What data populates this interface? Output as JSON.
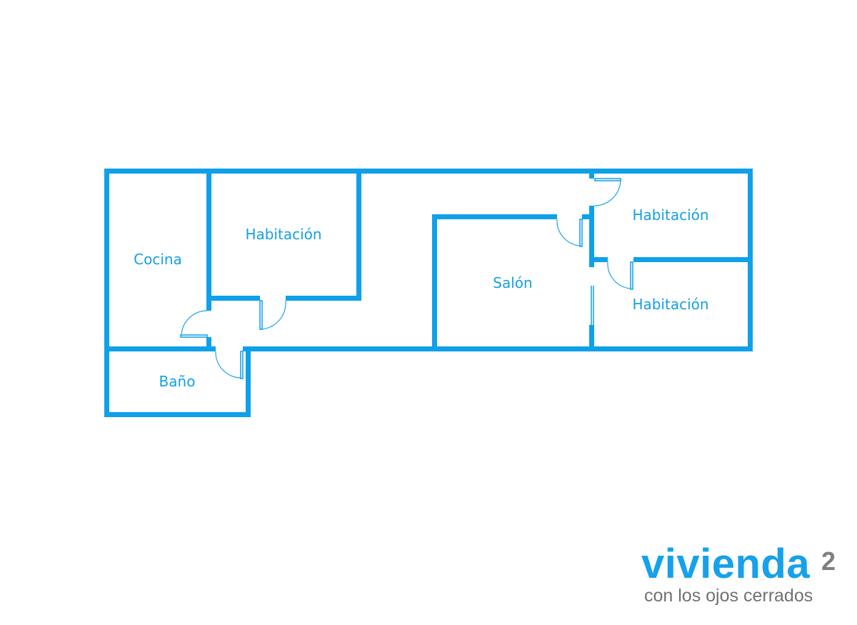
{
  "floorplan": {
    "wall_color": "#0fa0ea",
    "rooms": {
      "kitchen": "Cocina",
      "bedroom_1": "Habitación",
      "living_room": "Salón",
      "bedroom_2": "Habitación",
      "bedroom_3": "Habitación",
      "bathroom": "Baño"
    }
  },
  "brand": {
    "name": "vivienda",
    "superscript": "2",
    "tagline": "con los ojos cerrados",
    "primary_color": "#16a1ea",
    "secondary_color": "#7d7f82"
  }
}
